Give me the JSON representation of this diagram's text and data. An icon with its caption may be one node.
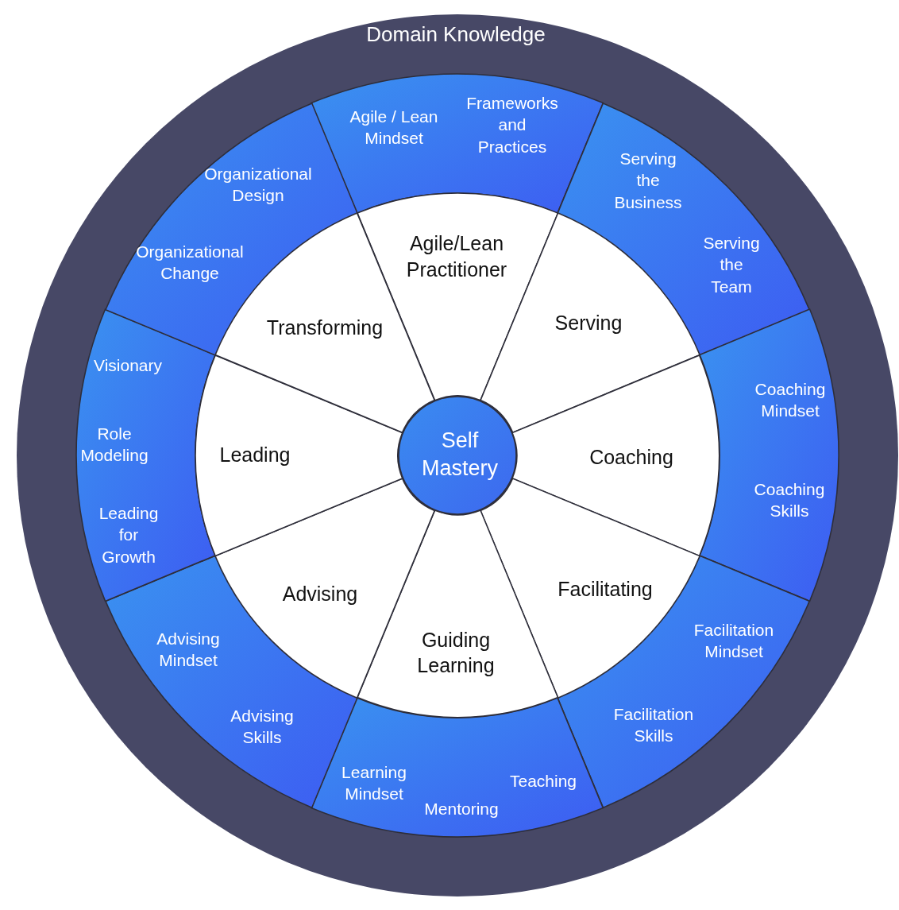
{
  "diagram": {
    "nodes": [
      {
        "text": [
          "Domain Knowledge"
        ]
      },
      {
        "text": [
          "Agile / Lean Mindset",
          "Frameworks and Practices"
        ],
        "in": 0
      },
      {
        "text": [
          "Agile/Lean Practitioner"
        ],
        "in": 0
      },
      {
        "text": [
          "Serving the Business",
          "Serving the Team"
        ],
        "in": 0
      },
      {
        "text": [
          "Serving"
        ],
        "in": 0
      },
      {
        "text": [
          "Coaching Mindset",
          "Coaching Skills"
        ],
        "in": 0
      },
      {
        "text": [
          "Coaching"
        ],
        "in": 0
      },
      {
        "text": [
          "Facilitation Mindset",
          "Facilitation Skills"
        ],
        "in": 0
      },
      {
        "text": [
          "Facilitating"
        ],
        "in": 0
      },
      {
        "text": [
          "Learning Mindset",
          "Mentoring",
          "Teaching"
        ],
        "in": 0
      },
      {
        "text": [
          "Guiding Learning"
        ],
        "in": 0
      },
      {
        "text": [
          "Advising Mindset",
          "Advising Skills"
        ],
        "in": 0
      },
      {
        "text": [
          "Advising"
        ],
        "in": 0
      },
      {
        "text": [
          "Visionary",
          "Role Modeling",
          "Leading for Growth"
        ],
        "in": 0
      },
      {
        "text": [
          "Leading"
        ],
        "in": 0
      },
      {
        "text": [
          "Organizational Design",
          "Organizational Change"
        ],
        "in": 0
      },
      {
        "text": [
          "Transforming"
        ],
        "in": 0
      },
      {
        "text": [
          "Self Mastery"
        ],
        "in": 0
      }
    ],
    "edges": []
  }
}
